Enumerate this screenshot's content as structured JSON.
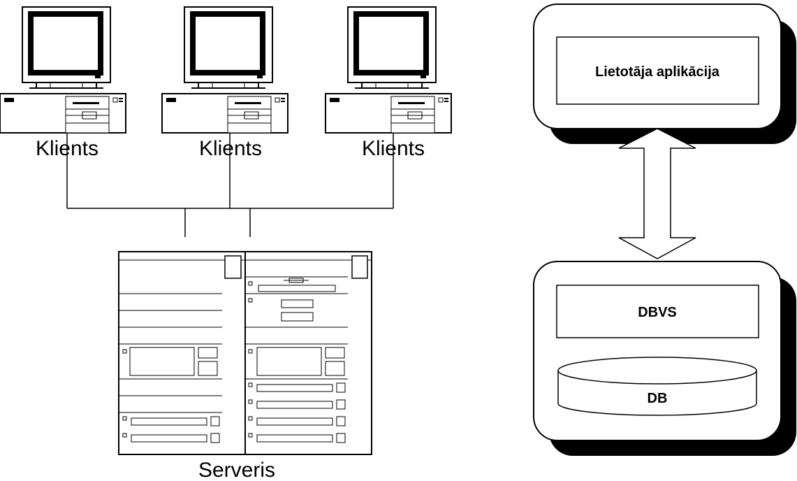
{
  "clients": {
    "label_1": "Klients",
    "label_2": "Klients",
    "label_3": "Klients"
  },
  "server": {
    "label": "Serveris"
  },
  "app_box": {
    "label": "Lietotāja aplikācija"
  },
  "db_box": {
    "dbvs_label": "DBVS",
    "db_label": "DB"
  },
  "icons": {
    "client": "desktop-computer-icon",
    "server": "server-rack-icon",
    "database": "database-cylinder-icon",
    "arrow": "double-arrow-icon"
  }
}
